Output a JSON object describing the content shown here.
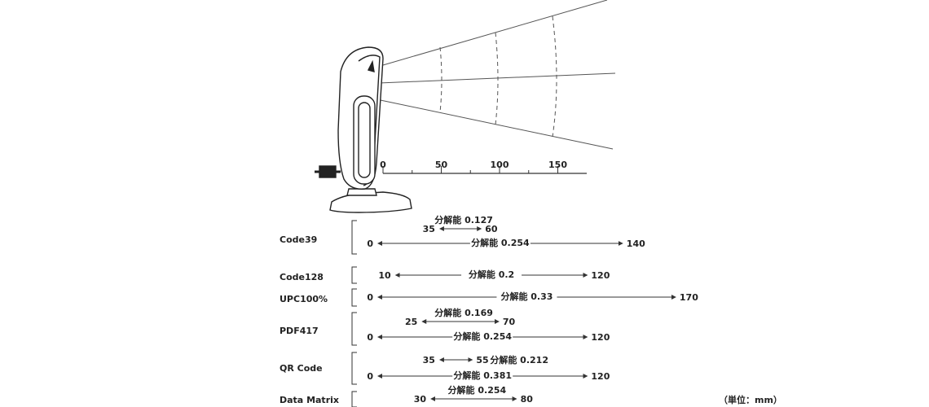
{
  "axis": {
    "ticks": [
      "0",
      "50",
      "100",
      "150"
    ]
  },
  "codes": [
    {
      "name": "Code39",
      "ranges": [
        {
          "min": "35",
          "max": "60",
          "res": "分解能 0.127"
        },
        {
          "min": "0",
          "max": "140",
          "res": "分解能 0.254"
        }
      ]
    },
    {
      "name": "Code128",
      "ranges": [
        {
          "min": "10",
          "max": "120",
          "res": "分解能 0.2"
        }
      ]
    },
    {
      "name": "UPC100%",
      "ranges": [
        {
          "min": "0",
          "max": "170",
          "res": "分解能 0.33"
        }
      ]
    },
    {
      "name": "PDF417",
      "ranges": [
        {
          "min": "25",
          "max": "70",
          "res": "分解能 0.169"
        },
        {
          "min": "0",
          "max": "120",
          "res": "分解能 0.254"
        }
      ]
    },
    {
      "name": "QR Code",
      "ranges": [
        {
          "min": "35",
          "max": "55",
          "res": "分解能 0.212"
        },
        {
          "min": "0",
          "max": "120",
          "res": "分解能 0.381"
        }
      ]
    },
    {
      "name": "Data Matrix",
      "ranges": [
        {
          "min": "30",
          "max": "80",
          "res": "分解能 0.254"
        }
      ]
    }
  ],
  "unit_note": "（単位：mm）"
}
